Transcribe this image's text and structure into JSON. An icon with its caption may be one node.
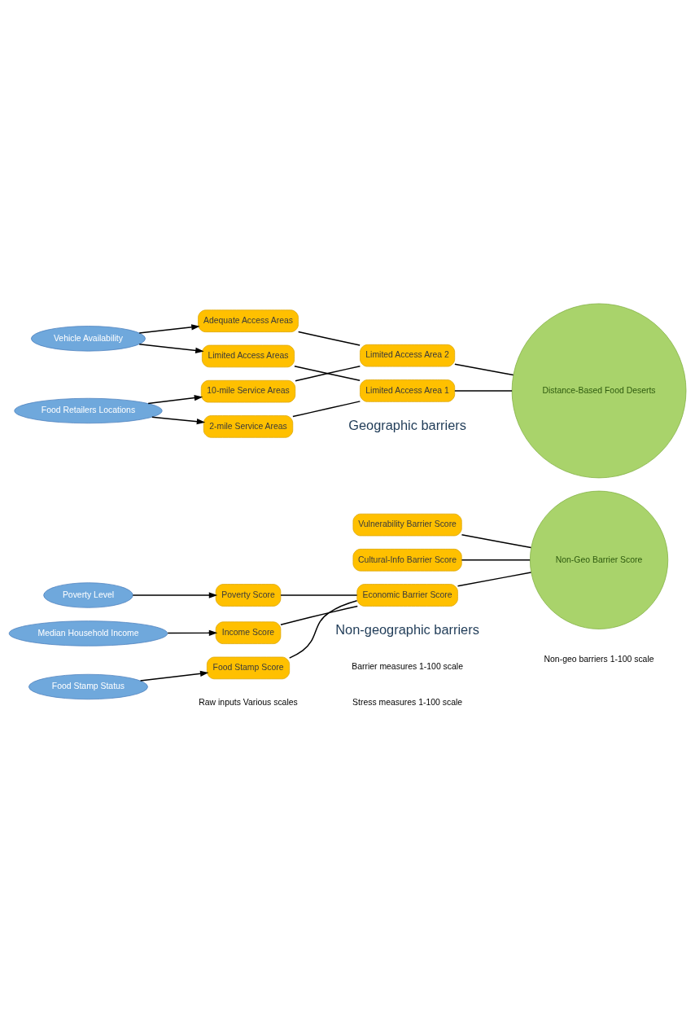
{
  "diagram": {
    "nodes": [
      {
        "text": [
          "Median Household Income"
        ]
      },
      {
        "text": [
          "Income Score"
        ]
      },
      {
        "text": [
          "Poverty Level"
        ]
      },
      {
        "text": [
          "Poverty Score"
        ]
      },
      {
        "text": [
          "Food Stamp Status"
        ]
      },
      {
        "text": [
          "Food Stamp Score"
        ]
      },
      {
        "text": [
          "Economic Barrier Score"
        ]
      },
      {
        "text": [
          "Vulnerability Barrier Score"
        ]
      },
      {
        "text": [
          "Cultural-Info Barrier Score"
        ]
      },
      {
        "text": [
          "Non-Geo Barrier Score"
        ]
      },
      {
        "text": [
          "Limited Access Areas"
        ]
      },
      {
        "text": [
          "2-mile Service Areas"
        ]
      },
      {
        "text": [
          "Vehicle Availability"
        ]
      },
      {
        "text": [
          "Food Retailers Locations"
        ]
      },
      {
        "text": [
          "10-mile Service Areas"
        ]
      },
      {
        "text": [
          "Adequate Access Areas"
        ]
      },
      {
        "text": [
          "Limited Access Area 1"
        ]
      },
      {
        "text": [
          "Limited Access Area 2"
        ]
      },
      {
        "text": [
          "Distance-Based Food Deserts"
        ]
      }
    ],
    "edges": [
      {
        "from": 0,
        "to": 1,
        "arrow": "to"
      },
      {
        "from": 2,
        "to": 3,
        "arrow": "to"
      },
      {
        "from": 4,
        "to": 5,
        "arrow": "to"
      },
      {
        "from": 1,
        "to": 6,
        "arrow": "none"
      },
      {
        "from": 3,
        "to": 6,
        "arrow": "none"
      },
      {
        "from": 5,
        "to": 6,
        "arrow": "none"
      },
      {
        "from": 6,
        "to": 9,
        "arrow": "none"
      },
      {
        "from": 7,
        "to": 9,
        "arrow": "none"
      },
      {
        "from": 8,
        "to": 9,
        "arrow": "none"
      },
      {
        "from": 12,
        "to": 10,
        "arrow": "to"
      },
      {
        "from": 13,
        "to": 11,
        "arrow": "to"
      },
      {
        "from": 13,
        "to": 14,
        "arrow": "to"
      },
      {
        "from": 12,
        "to": 15,
        "arrow": "to"
      },
      {
        "from": 10,
        "to": 16,
        "arrow": "none"
      },
      {
        "from": 11,
        "to": 16,
        "arrow": "none"
      },
      {
        "from": 14,
        "to": 17,
        "arrow": "none"
      },
      {
        "from": 15,
        "to": 17,
        "arrow": "none"
      },
      {
        "from": 16,
        "to": 18,
        "arrow": "none"
      },
      {
        "from": 17,
        "to": 18,
        "arrow": "none"
      }
    ],
    "labels": [
      "Non-geographic barriers",
      "Barrier measures 1-100 scale",
      "Non-geo barriers 1-100 scale",
      "Raw inputs Various scales",
      "Stress measures 1-100 scale",
      "Geographic barriers"
    ]
  }
}
